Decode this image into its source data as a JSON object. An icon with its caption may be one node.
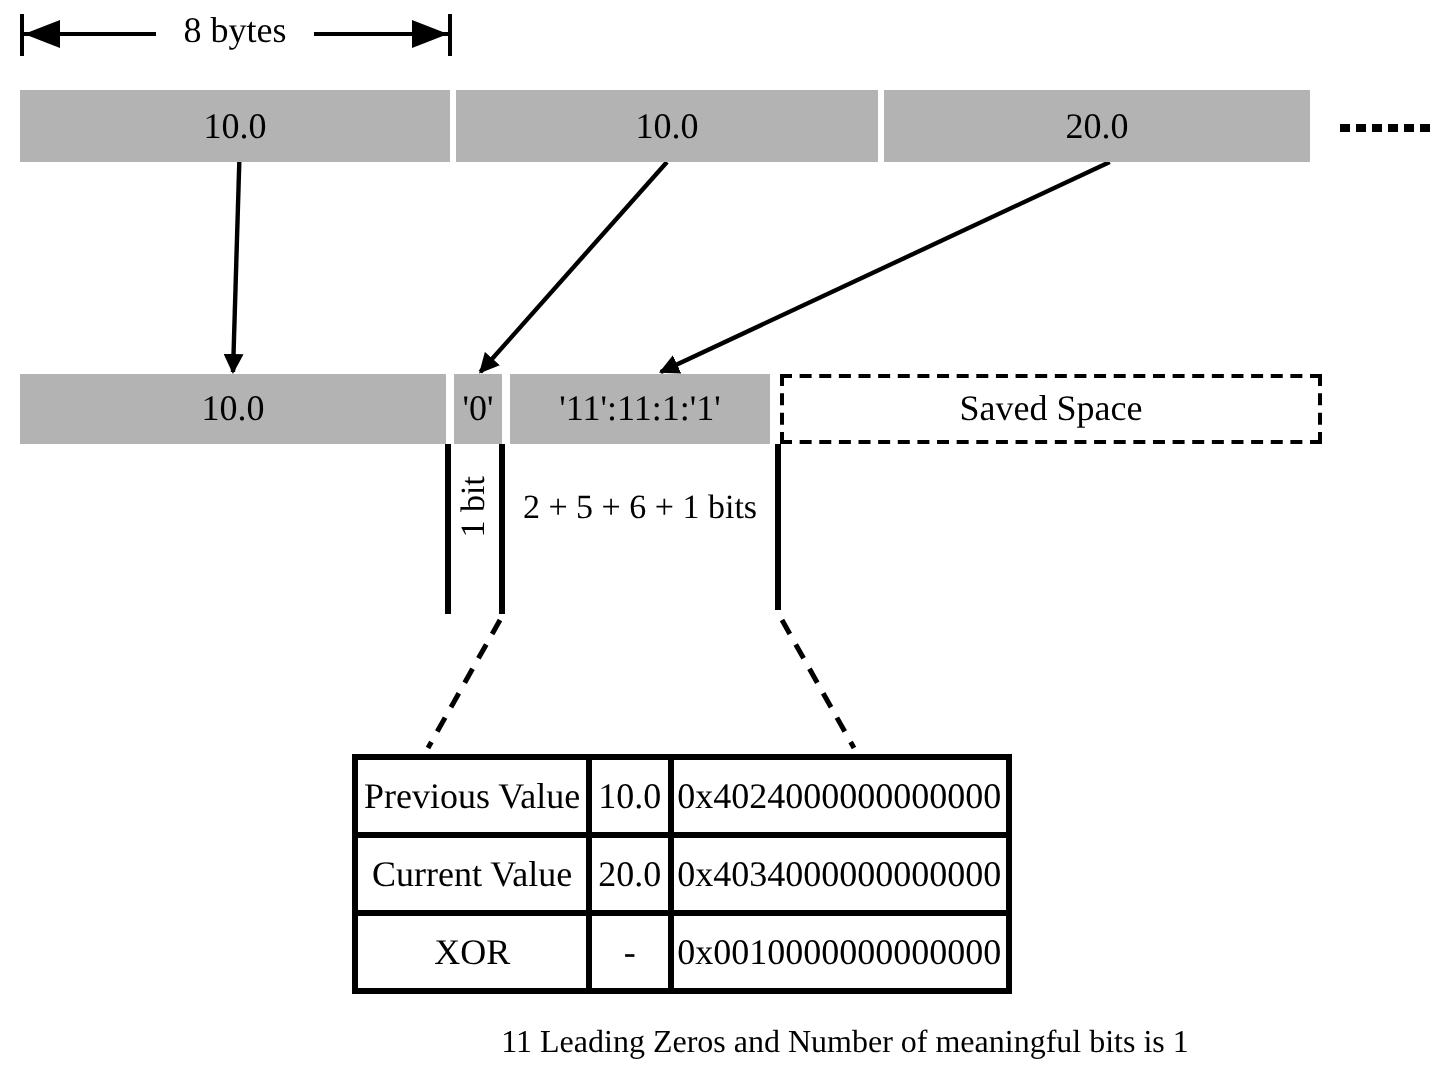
{
  "diagram": {
    "nodes": [
      {
        "text": [
          "10.0"
        ]
      },
      {
        "text": [
          "10.0"
        ]
      },
      {
        "text": [
          "20.0"
        ]
      },
      {
        "text": [
          "10.0"
        ]
      },
      {
        "text": [
          "'0'"
        ]
      },
      {
        "text": [
          "'11':11:1:'1'"
        ]
      },
      {
        "text": [
          "Saved Space"
        ]
      }
    ],
    "edges": [
      {
        "from": 0,
        "to": 3,
        "arrow": "to"
      },
      {
        "from": 1,
        "to": 4,
        "arrow": "to"
      },
      {
        "from": 2,
        "to": 5,
        "arrow": "to"
      }
    ],
    "labels": [
      "8 bytes",
      "1 bit",
      "2 + 5 + 6 + 1 bits",
      "Previous Value",
      "10.0",
      "0x4024000000000000",
      "Current Value",
      "20.0",
      "0x4034000000000000",
      "XOR",
      "-",
      "0x0010000000000000",
      "11 Leading Zeros and Number of meaningful bits is 1"
    ]
  }
}
